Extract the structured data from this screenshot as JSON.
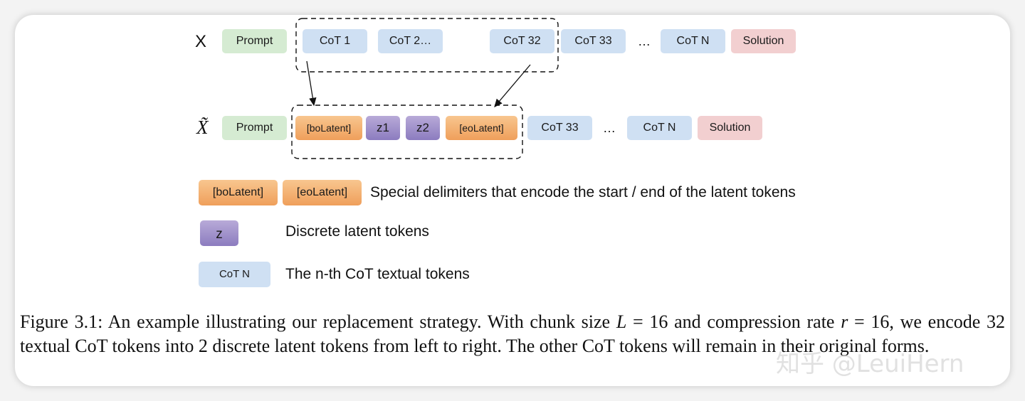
{
  "row_x": {
    "label": "X",
    "tokens": [
      "Prompt",
      "CoT 1",
      "CoT 2…",
      "CoT 32",
      "CoT 33",
      "CoT N",
      "Solution"
    ],
    "ellipsis": "…"
  },
  "row_xt": {
    "label": "X̃",
    "tokens": [
      "Prompt",
      "[boLatent]",
      "z1",
      "z2",
      "[eoLatent]",
      "CoT 33",
      "CoT N",
      "Solution"
    ],
    "ellipsis": "…"
  },
  "legend": {
    "delimiter_start": "[boLatent]",
    "delimiter_end": "[eoLatent]",
    "delimiter_text": "Special delimiters that encode the start / end of the latent tokens",
    "latent_token": "z",
    "latent_text": "Discrete latent tokens",
    "cot_token": "CoT N",
    "cot_text": "The n-th CoT textual tokens"
  },
  "caption": {
    "p1": "Figure 3.1: An example illustrating our replacement strategy. With chunk size ",
    "sym_L": "L",
    "eq1": " = 16 and compression rate ",
    "sym_r": "r",
    "eq2": " = 16, we encode 32 textual CoT tokens into 2 discrete latent tokens from left to right. The other CoT tokens will remain in their original forms."
  },
  "watermark": "知乎 @LeuiHern",
  "colors": {
    "prompt": "#d5ebd2",
    "cot": "#cfe0f3",
    "solution": "#f2cfd0",
    "delimiter": "#f2a865",
    "latent": "#a193cc"
  }
}
